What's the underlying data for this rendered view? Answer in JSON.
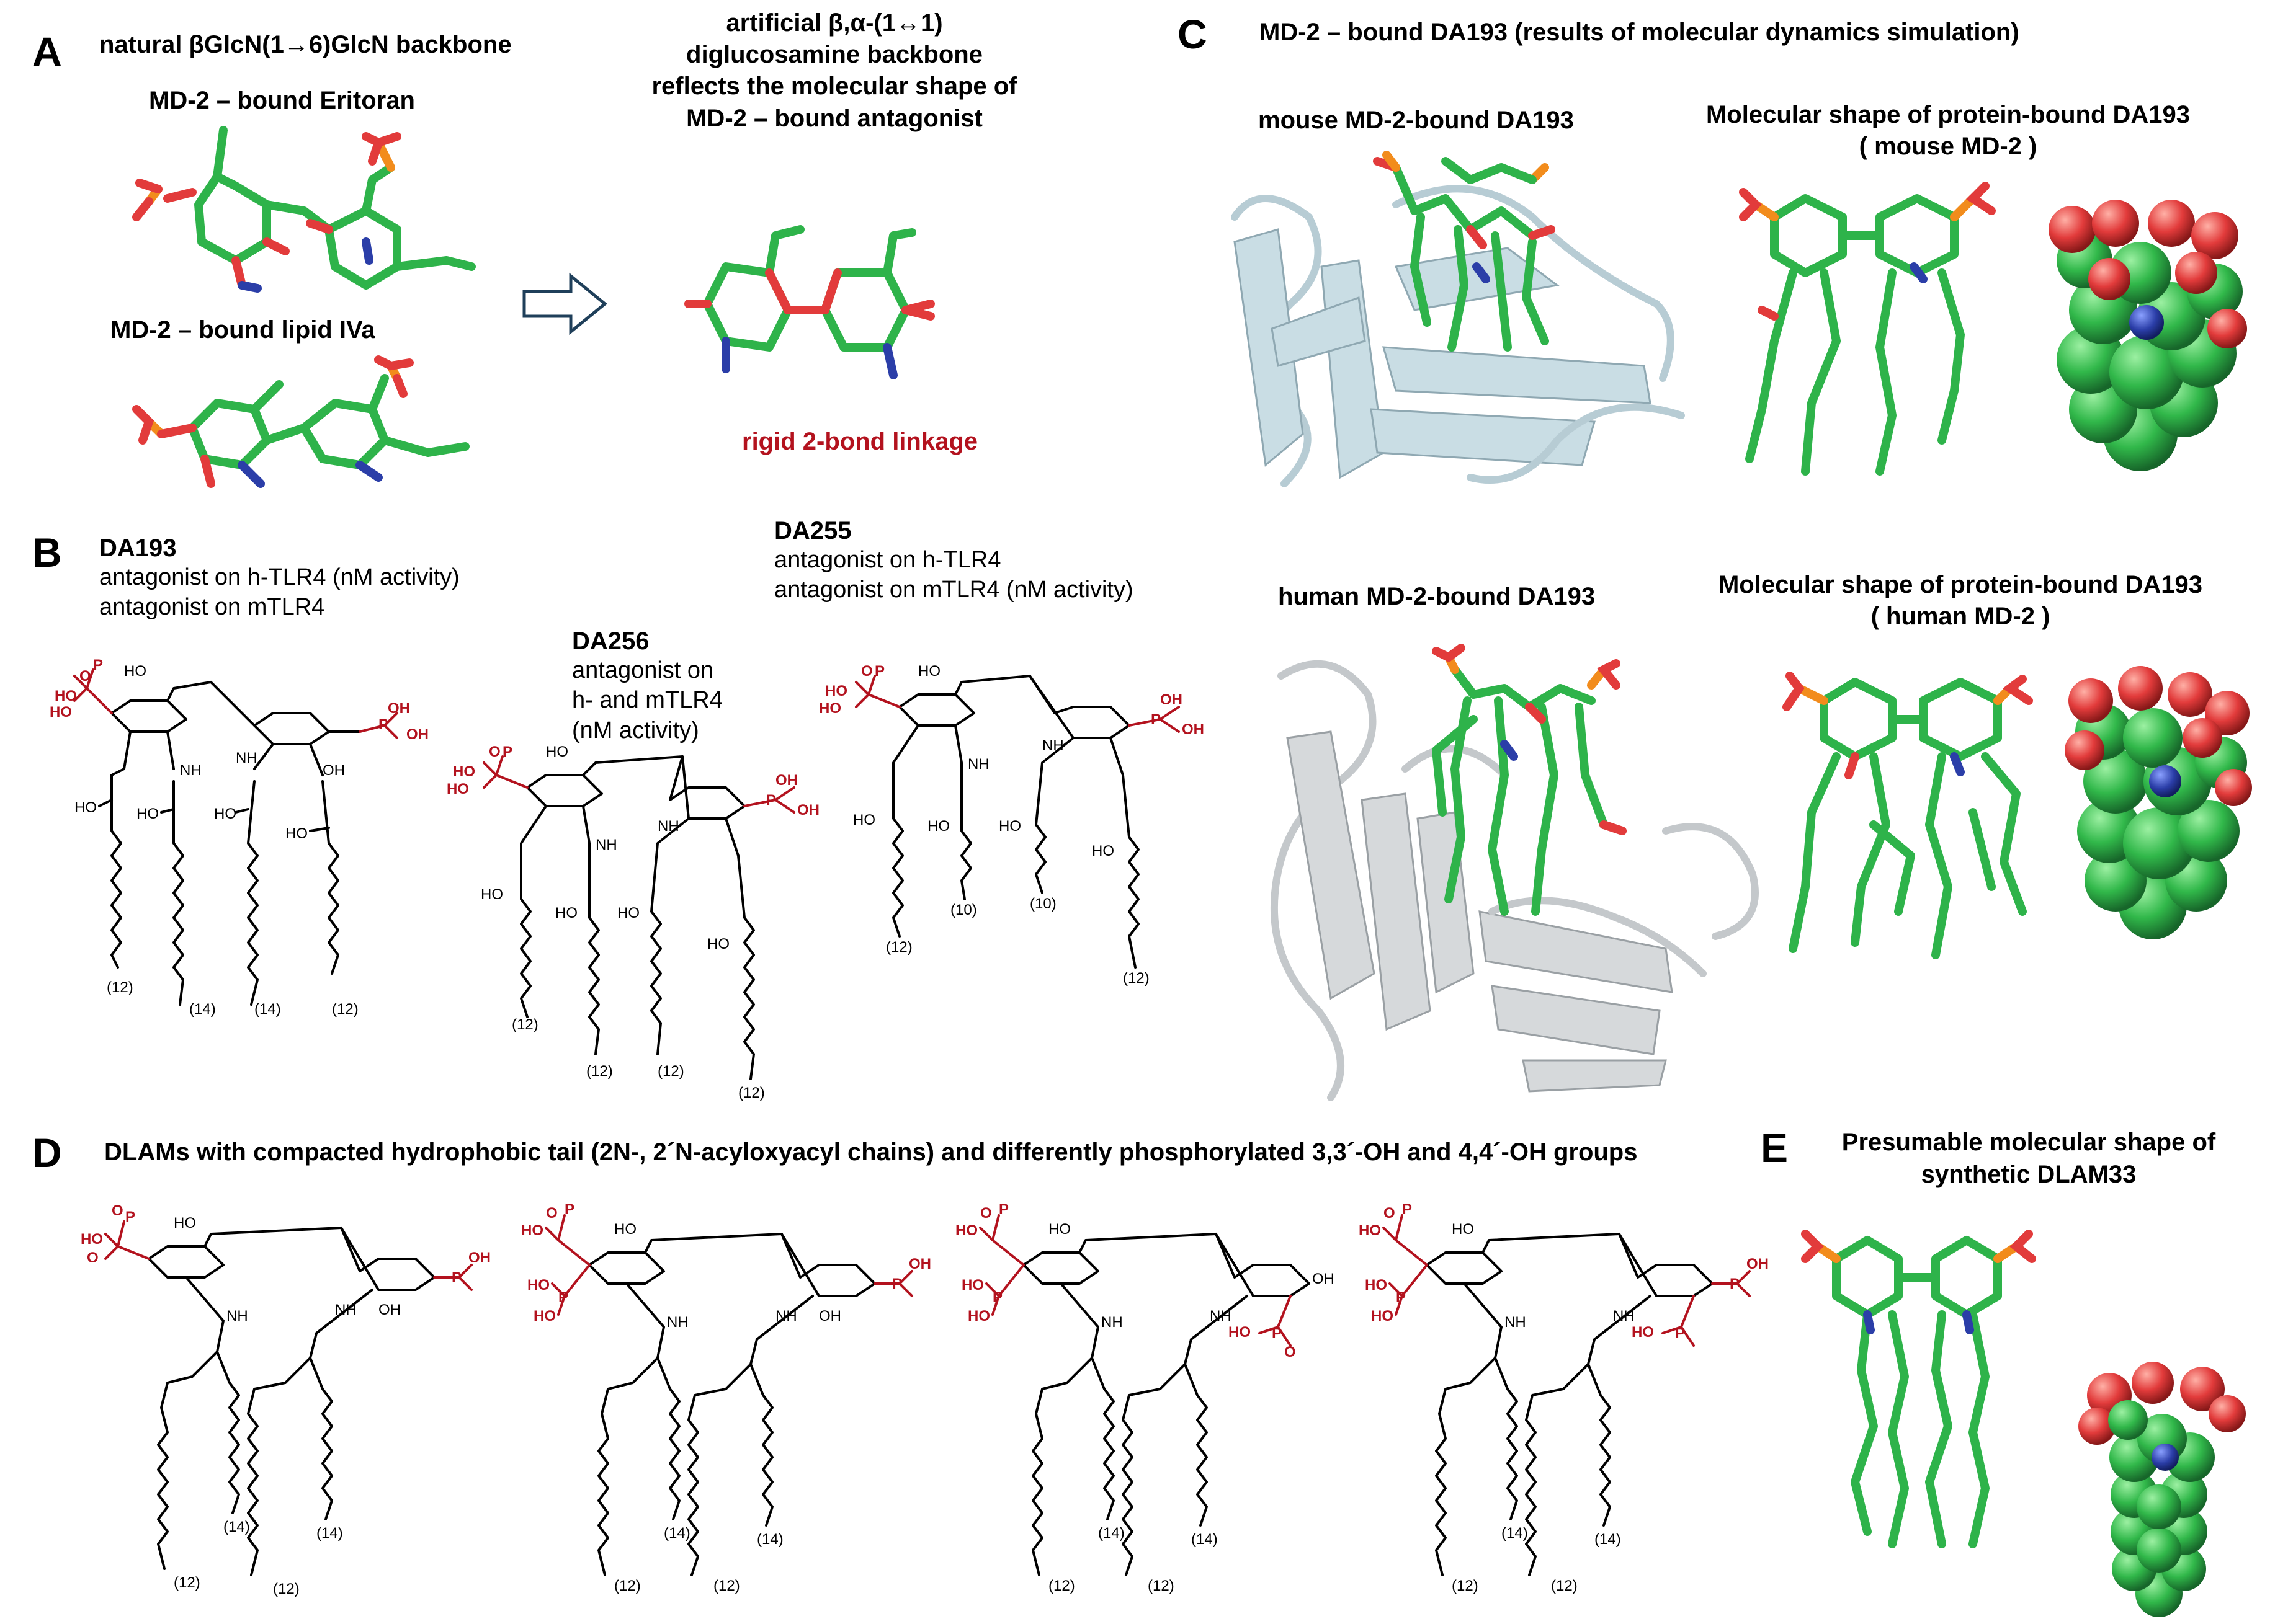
{
  "panels": {
    "A": {
      "letter": "A",
      "natural_title": "natural βGlcN(1→6)GlcN backbone",
      "eritoran_label": "MD-2 – bound Eritoran",
      "lipid_label": "MD-2 – bound lipid IVa",
      "artificial_title_lines": [
        "artificial β,α-(1↔1)",
        "diglucosamine backbone",
        "reflects the molecular shape of",
        "MD-2 – bound antagonist"
      ],
      "linkage_label": "rigid 2-bond linkage"
    },
    "B": {
      "letter": "B",
      "compounds": [
        {
          "name": "DA193",
          "desc": [
            "antagonist on h-TLR4 (nM activity)",
            "antagonist on mTLR4"
          ],
          "chains": [
            "(12)",
            "(14)",
            "(14)",
            "(12)"
          ]
        },
        {
          "name": "DA256",
          "desc": [
            "antagonist on",
            "h- and mTLR4",
            "(nM activity)"
          ],
          "chains": [
            "(12)",
            "(12)",
            "(12)",
            "(12)"
          ]
        },
        {
          "name": "DA255",
          "desc": [
            "antagonist on h-TLR4",
            "antagonist on mTLR4 (nM activity)"
          ],
          "chains": [
            "(12)",
            "(10)",
            "(10)",
            "(12)"
          ]
        }
      ]
    },
    "C": {
      "letter": "C",
      "title": "MD-2 – bound DA193 (results of molecular dynamics simulation)",
      "mouse_label": "mouse MD-2-bound DA193",
      "mouse_shape_lines": [
        "Molecular shape of protein-bound DA193",
        "( mouse MD-2 )"
      ],
      "human_label": "human MD-2-bound DA193",
      "human_shape_lines": [
        "Molecular shape of protein-bound DA193",
        "( human MD-2 )"
      ]
    },
    "D": {
      "letter": "D",
      "title": "DLAMs with compacted hydrophobic tail (2N-, 2´N-acyloxyacyl chains) and differently phosphorylated 3,3´-OH and 4,4´-OH groups",
      "structures": [
        {
          "chains": [
            "(12)",
            "(14)",
            "(12)",
            "(14)"
          ]
        },
        {
          "chains": [
            "(12)",
            "(14)",
            "(12)",
            "(14)"
          ]
        },
        {
          "chains": [
            "(12)",
            "(14)",
            "(12)",
            "(14)"
          ]
        },
        {
          "chains": [
            "(12)",
            "(14)",
            "(12)",
            "(14)"
          ]
        }
      ]
    },
    "E": {
      "letter": "E",
      "title_lines": [
        "Presumable molecular shape of",
        "synthetic DLAM33"
      ]
    }
  },
  "atoms": {
    "P": "P",
    "O": "O",
    "OH": "OH",
    "HO": "HO",
    "NH": "NH"
  },
  "colors": {
    "carbon": "#2eb34a",
    "oxygen": "#e23b3b",
    "nitrogen": "#2b3ea8",
    "phosphorus": "#f28c1c",
    "phosphate_text": "#b3121e",
    "mouse_md2": "#c9dde4",
    "human_md2": "#d6d9db"
  }
}
